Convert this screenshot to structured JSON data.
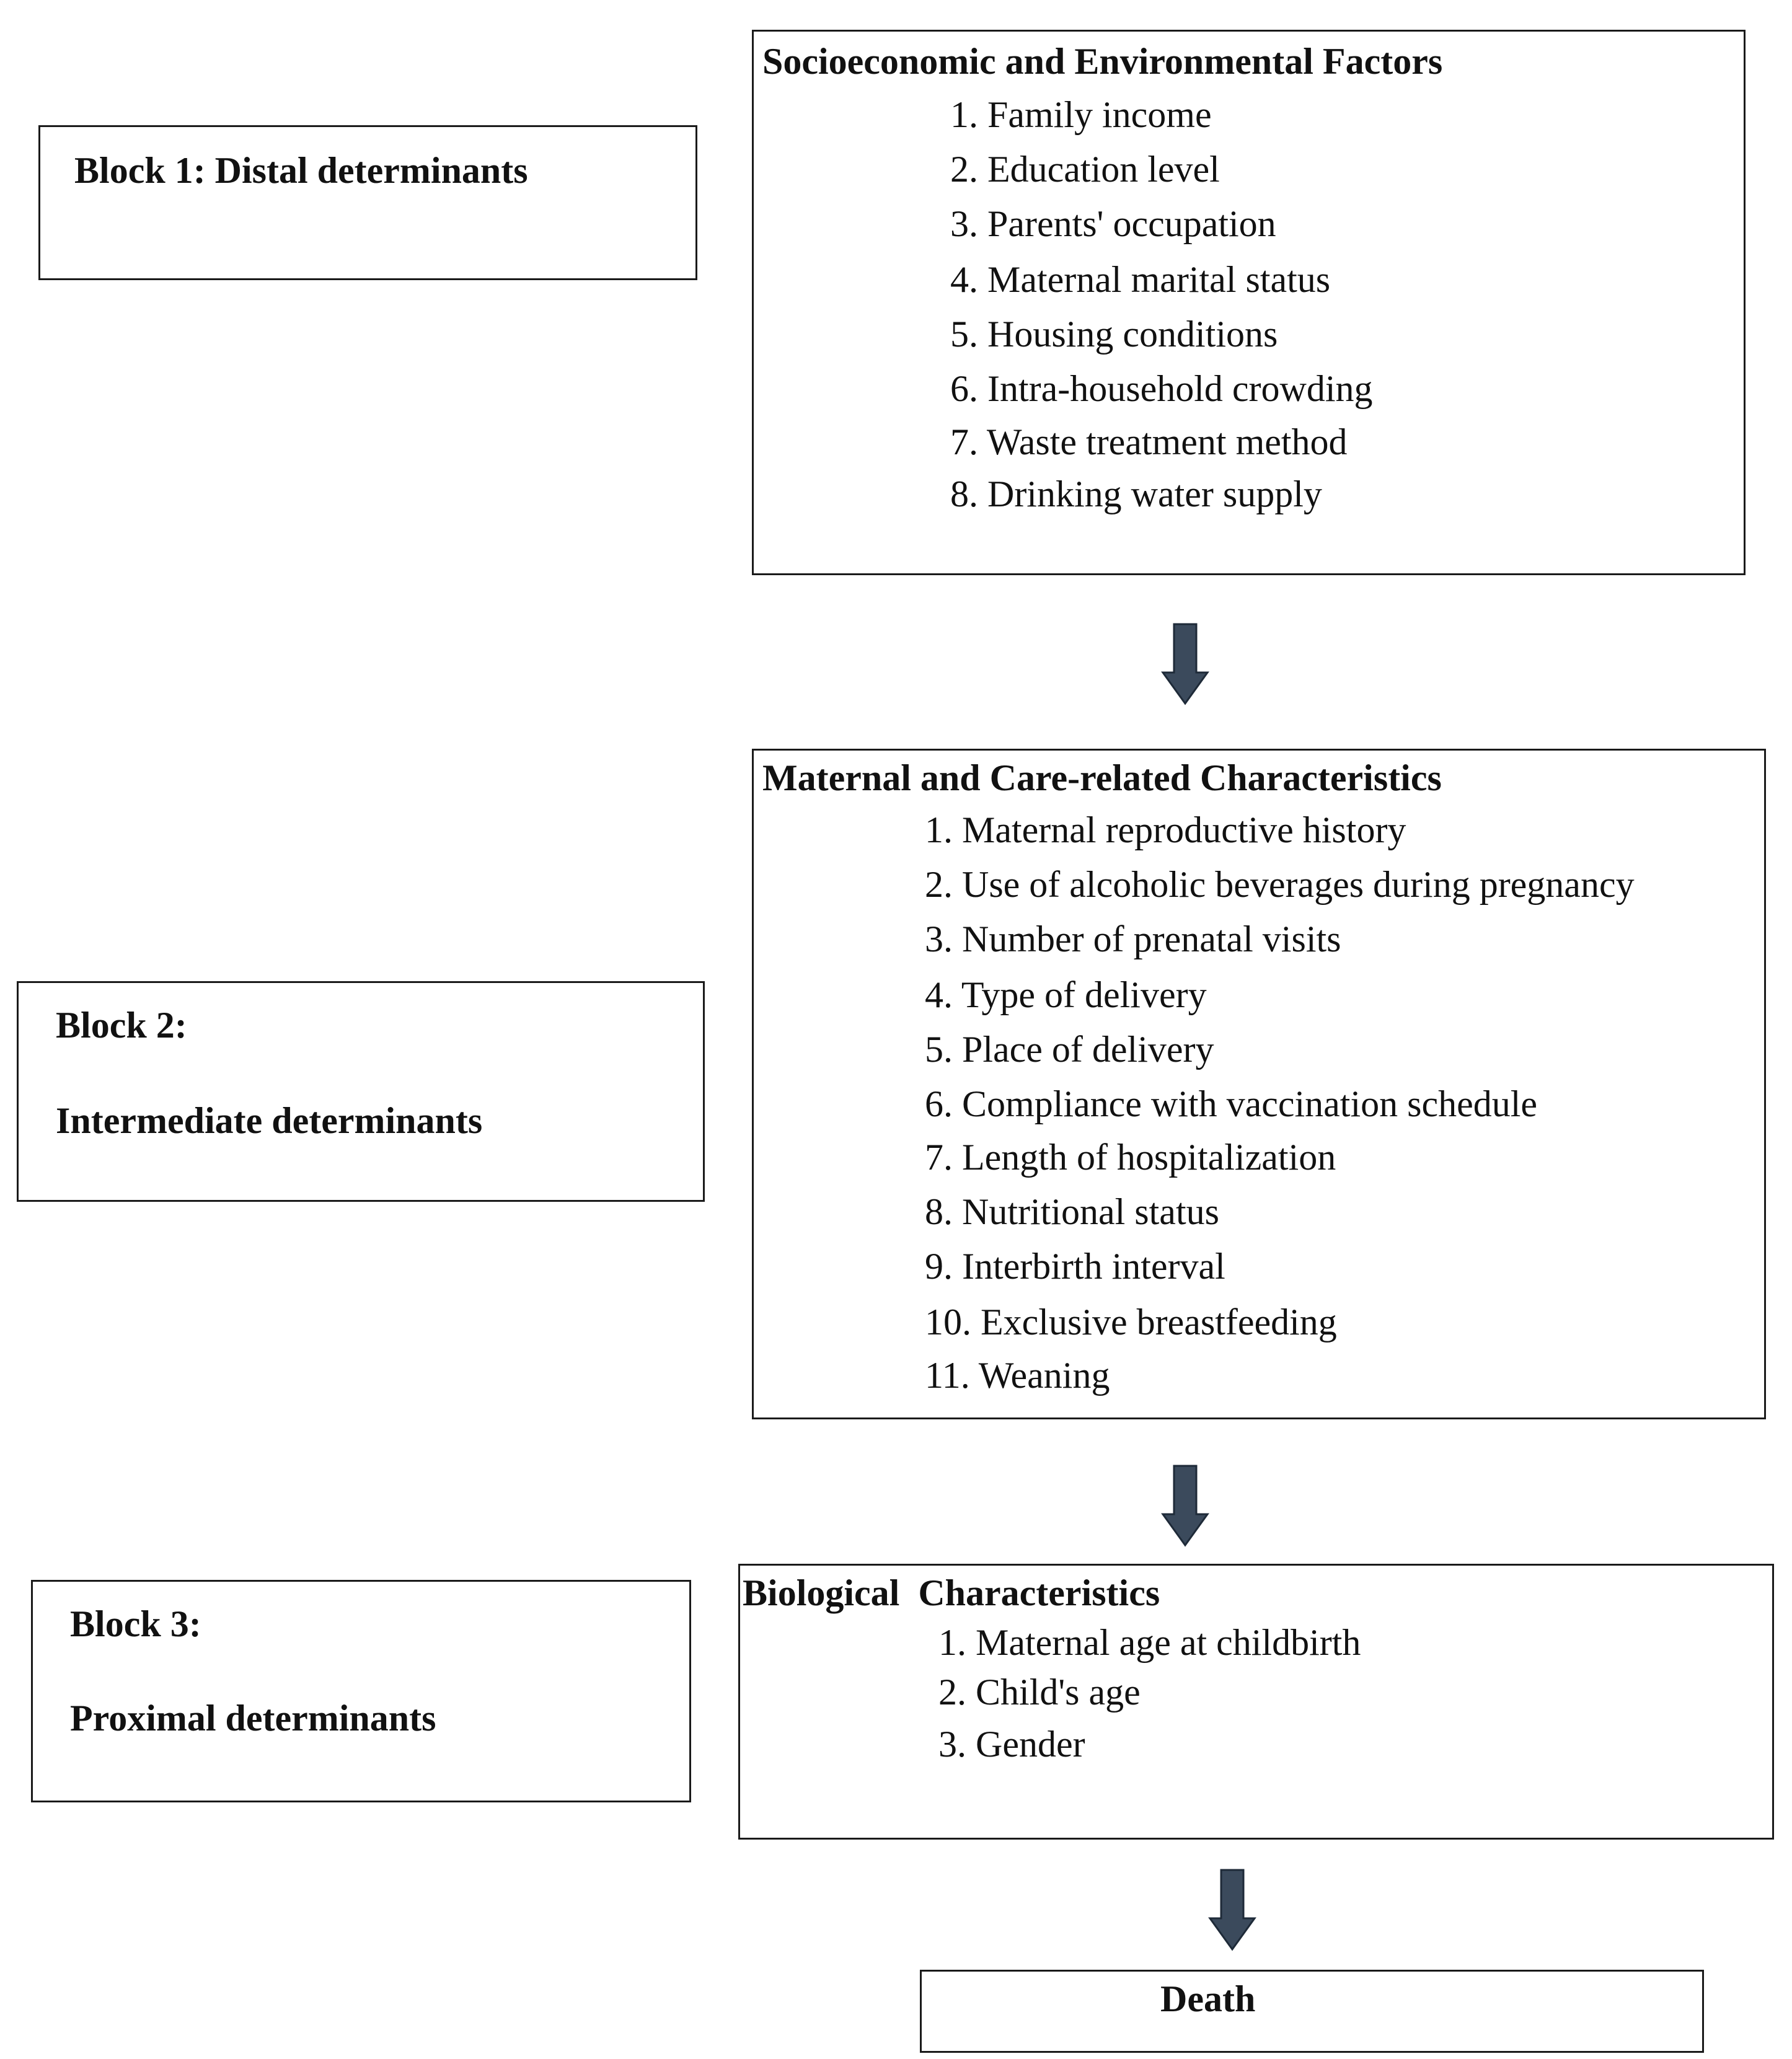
{
  "blocks": [
    {
      "line1": "Block 1: Distal determinants",
      "line2": ""
    },
    {
      "line1": "Block 2:",
      "line2": "Intermediate determinants"
    },
    {
      "line1": "Block 3:",
      "line2": "Proximal determinants"
    }
  ],
  "groups": [
    {
      "title": "Socioeconomic and Environmental Factors",
      "items": [
        "1. Family income",
        "2. Education level",
        "3. Parents' occupation",
        "4. Maternal marital status",
        "5. Housing conditions",
        "6. Intra-household crowding",
        "7. Waste treatment method",
        "8. Drinking water supply"
      ]
    },
    {
      "title": "Maternal and Care-related Characteristics",
      "items": [
        "1. Maternal reproductive history",
        "2. Use of alcoholic beverages during pregnancy",
        "3. Number of prenatal visits",
        "4. Type of delivery",
        "5. Place of delivery",
        "6. Compliance with vaccination schedule",
        "7. Length of hospitalization",
        "8. Nutritional status",
        "9. Interbirth interval",
        "10. Exclusive breastfeeding",
        "11. Weaning"
      ]
    },
    {
      "title": "Biological  Characteristics",
      "items": [
        "1. Maternal age at childbirth",
        "2. Child's age",
        "3. Gender"
      ]
    }
  ],
  "outcome": {
    "label": "Death"
  },
  "colors": {
    "border": "#1a1a1a",
    "arrow_fill": "#3b4a5c",
    "arrow_stroke": "#1e2a38"
  }
}
